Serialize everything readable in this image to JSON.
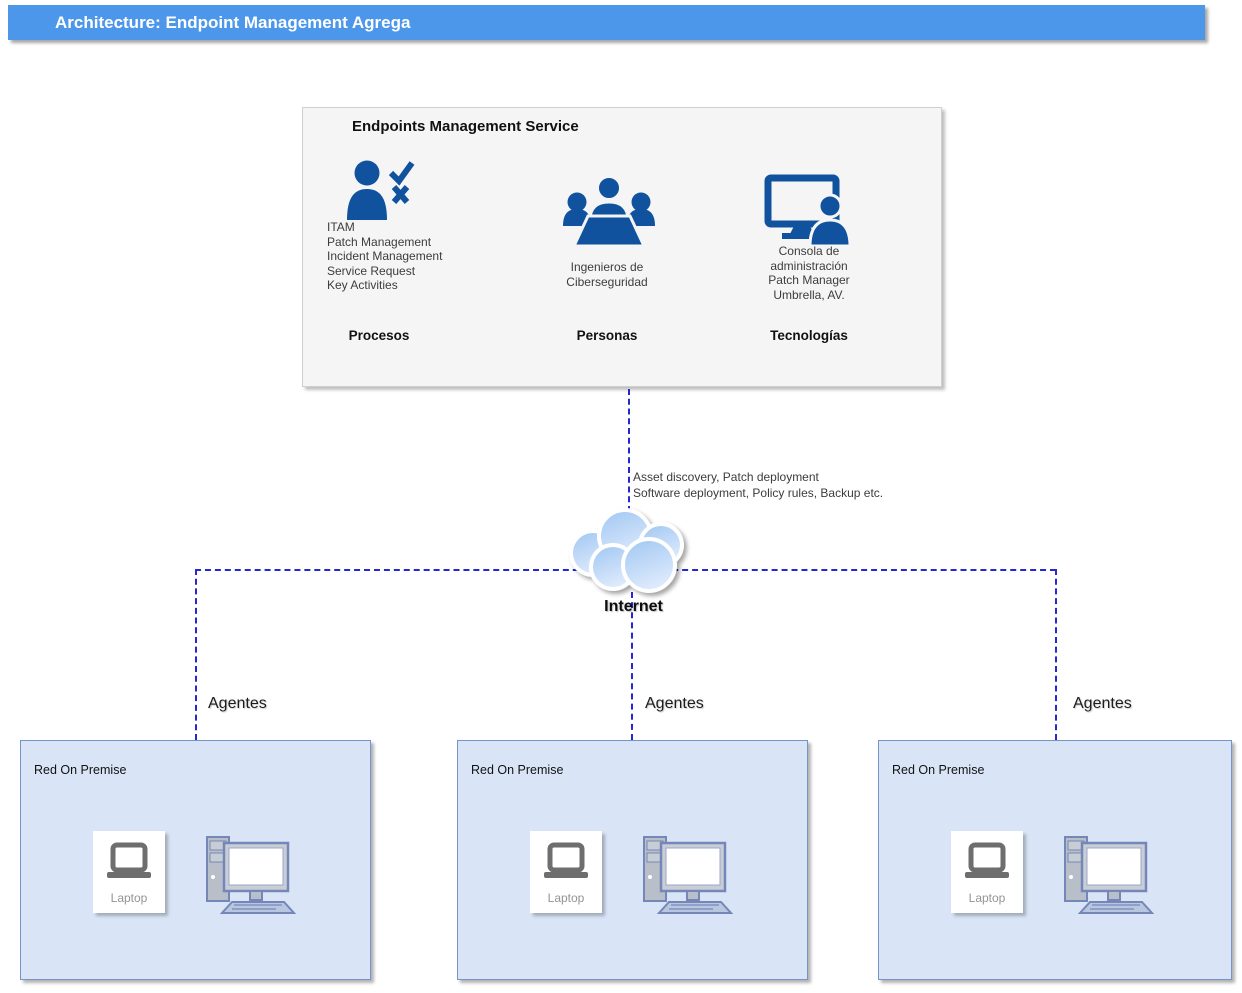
{
  "header": {
    "title": "Architecture: Endpoint Management Agrega"
  },
  "service": {
    "title": "Endpoints Management Service",
    "columns": [
      {
        "icon": "person-check-icon",
        "lines": "ITAM\nPatch  Management\nIncident Management\nService Request\nKey Activities",
        "label": "Procesos"
      },
      {
        "icon": "people-group-icon",
        "lines": "Ingenieros de\nCiberseguridad",
        "label": "Personas"
      },
      {
        "icon": "monitor-person-icon",
        "lines": "Consola de\nadministración\nPatch Manager\nUmbrella, AV.",
        "label": "Tecnologías"
      }
    ]
  },
  "connector": {
    "label": "Asset discovery, Patch deployment\nSoftware deployment, Policy rules, Backup etc."
  },
  "internet": {
    "label": "Internet"
  },
  "networks": [
    {
      "agents_label": "Agentes",
      "title": "Red On Premise",
      "laptop_label": "Laptop"
    },
    {
      "agents_label": "Agentes",
      "title": "Red On Premise",
      "laptop_label": "Laptop"
    },
    {
      "agents_label": "Agentes",
      "title": "Red On Premise",
      "laptop_label": "Laptop"
    }
  ],
  "colors": {
    "header_bg": "#4d97ea",
    "icon_blue": "#10529e",
    "dashed_line": "#2727cf",
    "service_box_bg": "#f5f5f6",
    "on_premise_bg": "#d9e5f7",
    "on_premise_border": "#7694c8"
  }
}
